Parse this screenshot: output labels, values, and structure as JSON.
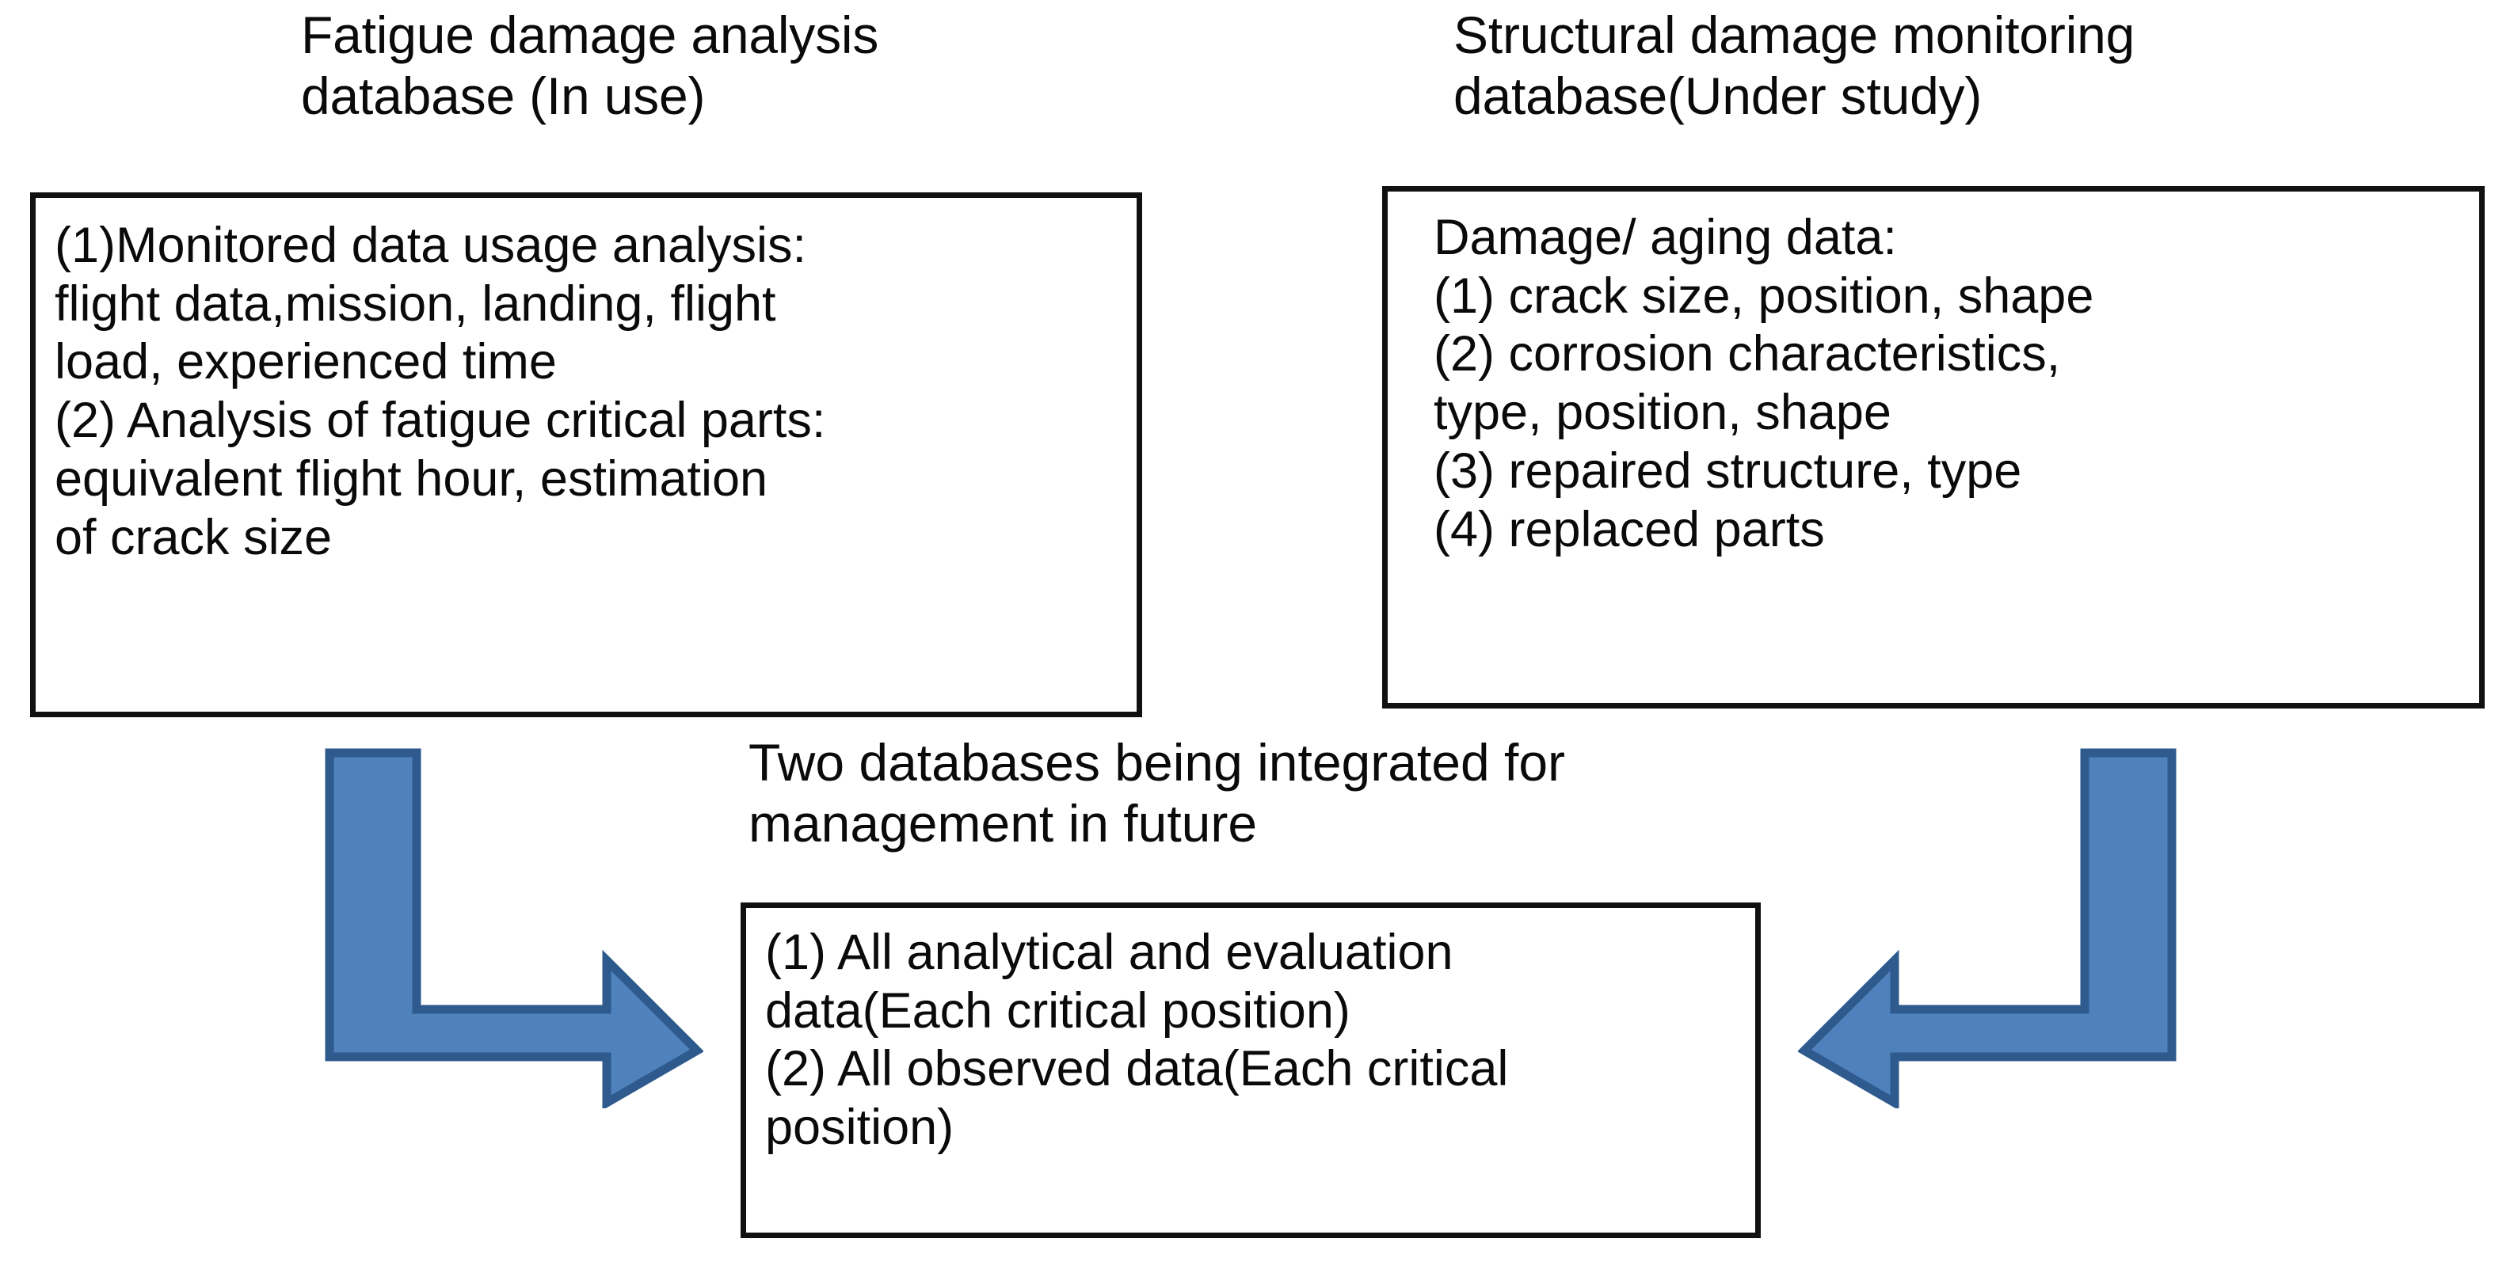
{
  "diagram": {
    "title_left": "Fatigue damage analysis\ndatabase (In use)",
    "title_right": "Structural damage monitoring\ndatabase(Under study)",
    "center_caption": "Two databases being integrated for\nmanagement in future",
    "left_box": {
      "lines": "(1)Monitored data usage analysis:\n     flight data,mission, landing, flight\n     load, experienced time\n(2) Analysis of fatigue critical parts:\n     equivalent flight hour, estimation\n     of crack size",
      "items": [
        "(1)Monitored data usage analysis: flight data,mission, landing, flight load, experienced time",
        "(2) Analysis of fatigue critical parts: equivalent flight hour, estimation of crack size"
      ]
    },
    "right_box": {
      "lines": "Damage/ aging data:\n(1) crack size, position, shape\n(2) corrosion characteristics,\n      type, position, shape\n(3) repaired structure, type\n(4) replaced parts",
      "header": "Damage/ aging data:",
      "items": [
        "(1) crack size, position, shape",
        "(2) corrosion characteristics, type, position, shape",
        "(3) repaired structure, type",
        "(4) replaced parts"
      ]
    },
    "bottom_box": {
      "lines": "(1) All analytical and evaluation\n      data(Each critical position)\n(2) All observed data(Each critical\n      position)",
      "items": [
        "(1) All analytical and evaluation data(Each critical position)",
        "(2) All observed data(Each critical position)"
      ]
    },
    "arrows": {
      "left": "bent-arrow-down-right",
      "right": "bent-arrow-down-left",
      "fill": "#4F81BD",
      "stroke": "#2E5A8E"
    },
    "colors": {
      "text": "#0a0a0a",
      "box_border": "#111111",
      "background": "#ffffff",
      "arrow_fill": "#4F81BD",
      "arrow_stroke": "#2E5A8E"
    }
  }
}
